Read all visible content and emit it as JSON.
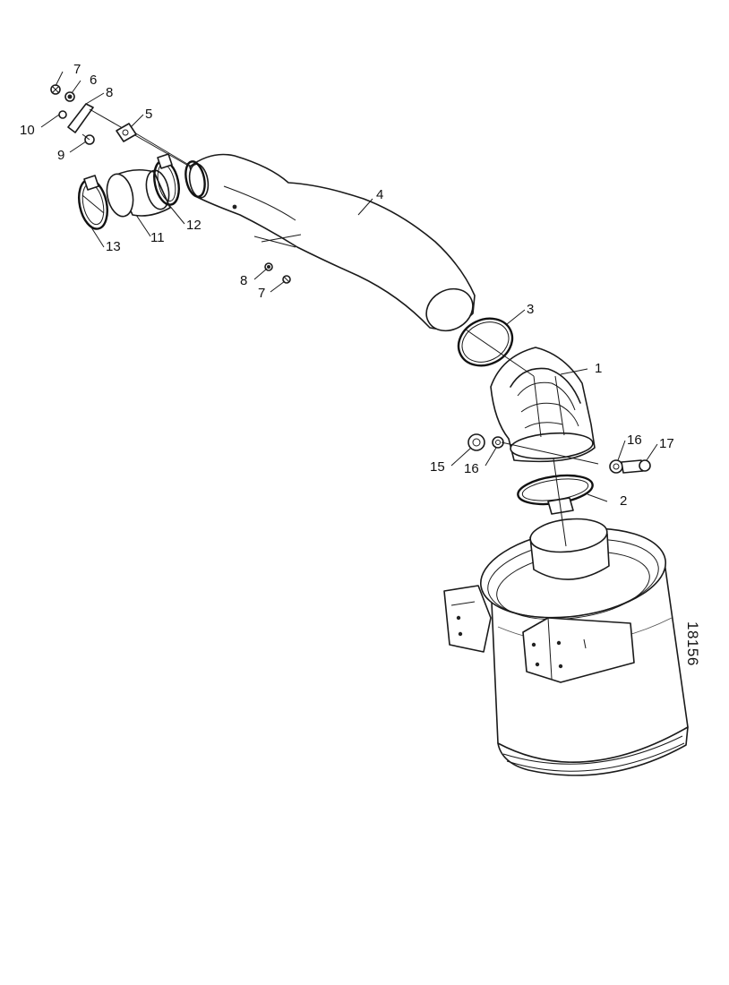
{
  "callouts": [
    {
      "key": "c7a",
      "text": "7"
    },
    {
      "key": "c6a",
      "text": "6"
    },
    {
      "key": "c8a",
      "text": "8"
    },
    {
      "key": "c10",
      "text": "10"
    },
    {
      "key": "c5",
      "text": "5"
    },
    {
      "key": "c9",
      "text": "9"
    },
    {
      "key": "c4",
      "text": "4"
    },
    {
      "key": "c13",
      "text": "13"
    },
    {
      "key": "c11",
      "text": "11"
    },
    {
      "key": "c12",
      "text": "12"
    },
    {
      "key": "c8b",
      "text": "8"
    },
    {
      "key": "c7b",
      "text": "7"
    },
    {
      "key": "c3",
      "text": "3"
    },
    {
      "key": "c1",
      "text": "1"
    },
    {
      "key": "c16a",
      "text": "16"
    },
    {
      "key": "c17",
      "text": "17"
    },
    {
      "key": "c15",
      "text": "15"
    },
    {
      "key": "c16b",
      "text": "16"
    },
    {
      "key": "c2",
      "text": "2"
    }
  ],
  "drawing_number": "18156"
}
